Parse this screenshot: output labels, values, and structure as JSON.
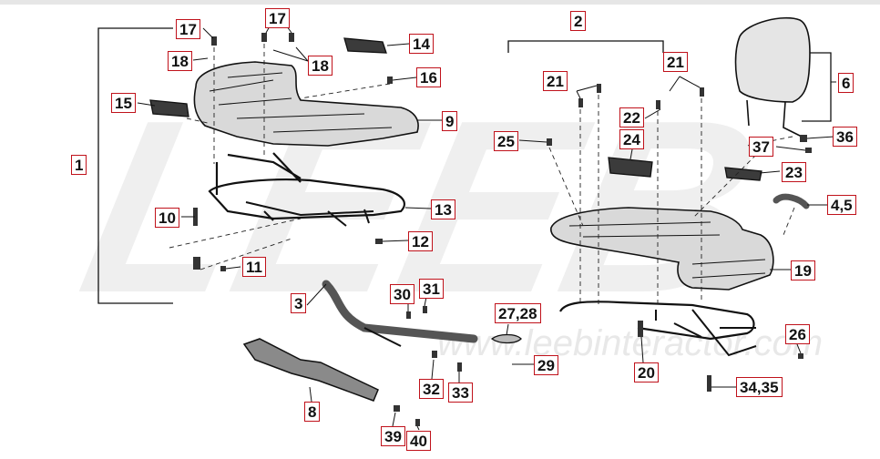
{
  "watermark": {
    "brand": "LEEB",
    "url": "www.leebinteractor.com"
  },
  "colors": {
    "callout_border": "#c0121b",
    "line": "#111111",
    "part_fill": "#5a5a5a",
    "pad_fill": "#3b3b3b",
    "watermark": "#ececec"
  },
  "callouts": [
    {
      "id": "c1",
      "text": "1"
    },
    {
      "id": "c2",
      "text": "2"
    },
    {
      "id": "c3",
      "text": "3"
    },
    {
      "id": "c4_5",
      "text": "4,5"
    },
    {
      "id": "c6",
      "text": "6"
    },
    {
      "id": "c8",
      "text": "8"
    },
    {
      "id": "c9",
      "text": "9"
    },
    {
      "id": "c10",
      "text": "10"
    },
    {
      "id": "c11",
      "text": "11"
    },
    {
      "id": "c12",
      "text": "12"
    },
    {
      "id": "c13",
      "text": "13"
    },
    {
      "id": "c14",
      "text": "14"
    },
    {
      "id": "c15",
      "text": "15"
    },
    {
      "id": "c16",
      "text": "16"
    },
    {
      "id": "c17a",
      "text": "17"
    },
    {
      "id": "c17b",
      "text": "17"
    },
    {
      "id": "c18a",
      "text": "18"
    },
    {
      "id": "c18b",
      "text": "18"
    },
    {
      "id": "c19",
      "text": "19"
    },
    {
      "id": "c20",
      "text": "20"
    },
    {
      "id": "c21a",
      "text": "21"
    },
    {
      "id": "c21b",
      "text": "21"
    },
    {
      "id": "c22",
      "text": "22"
    },
    {
      "id": "c23",
      "text": "23"
    },
    {
      "id": "c24",
      "text": "24"
    },
    {
      "id": "c25",
      "text": "25"
    },
    {
      "id": "c26",
      "text": "26"
    },
    {
      "id": "c27_28",
      "text": "27,28"
    },
    {
      "id": "c29",
      "text": "29"
    },
    {
      "id": "c30",
      "text": "30"
    },
    {
      "id": "c31",
      "text": "31"
    },
    {
      "id": "c32",
      "text": "32"
    },
    {
      "id": "c33",
      "text": "33"
    },
    {
      "id": "c34_35",
      "text": "34,35"
    },
    {
      "id": "c36",
      "text": "36"
    },
    {
      "id": "c37",
      "text": "37"
    },
    {
      "id": "c39",
      "text": "39"
    },
    {
      "id": "c40",
      "text": "40"
    }
  ]
}
